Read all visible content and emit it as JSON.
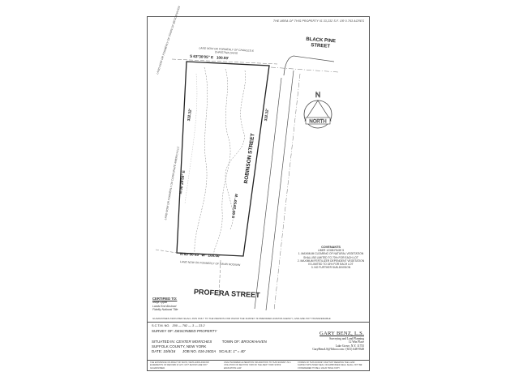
{
  "header": {
    "area_note": "THE AREA OF THIS PROPERTY IS 33,232 S.F. OR 0.763 ACRES"
  },
  "streets": {
    "black_pine_line1": "BLACK PINE",
    "black_pine_line2": "STREET",
    "robinson": "ROBINSON STREET",
    "profera": "PROFERA STREET"
  },
  "north_arrow": {
    "letter": "N",
    "label": "NORTH"
  },
  "adjoiners": {
    "north": "LAND NOW OR FORMERLY OF CHARLES & CHRISTINA DAVIS",
    "northwest": "LAND NOW OR FORMERLY OF TOWN OF BROOKHAVEN",
    "west": "LAND NOW OR FORMERLY OF CORPORATE AMERICA LLC",
    "south": "LAND NOW OR FORMERLY OF DAWN NOONAN"
  },
  "bearings": {
    "north_line": "S 63°30'05\" E",
    "north_distance": "100.00'",
    "west_line": "N 06°29'50\" E",
    "west_distance": "332.32'",
    "east_line": "S 06°29'50\" W",
    "east_distance": "332.32'",
    "south_line": "N 63°30'05\" W",
    "south_distance": "100.00'"
  },
  "covenants": {
    "title": "COVENANTS",
    "liber": "LIBER 12308 PAGE 5",
    "line1": "1. MAXIMUM CLEARING OF NATURAL VEGETATION",
    "line1b": "SHALL BE LIMITED TO 70% FOR EACH LOT",
    "line2": "2. MAXIMUM FERTILIZER DEPENDENT VEGETATION",
    "line2b": "IS LIMITED TO 15% FOR EACH LOT",
    "line3": "3. NO FURTHER SUB-DIVISION"
  },
  "certified": {
    "title": "CERTIFIED TO:",
    "items": [
      "Marjit Uppal",
      "Lands End Abstract",
      "Fidelity National Title"
    ]
  },
  "guarantee": "GUARANTEES INDICATED SHALL RUN ONLY TO THE PERSON FOR WHOM THE SURVEY IS PREPARED AND/OR AGENCY, AND ARE NOT TRANSFERABLE.",
  "title_block": {
    "sctm_label": "S.C.T.M. NO.",
    "sctm_value": "200  —  792  —  3  —  23.2",
    "survey_of_label": "SURVEY OF:",
    "survey_of_value": "DESCRIBED PROPERTY",
    "situated_label": "SITUATED IN:",
    "situated_value": "CENTER MORICHES",
    "town_label": "TOWN OF:",
    "town_value": "BROOKHAVEN",
    "county": "SUFFOLK COUNTY, NEW YORK",
    "date_label": "DATE:",
    "date_value": "10/6/16",
    "job_label": "JOB NO.",
    "job_value": "016-2402A",
    "scale_label": "SCALE:",
    "scale_value": "1\" = 40'"
  },
  "surveyor": {
    "name": "GARY BENZ, L.S.",
    "line1": "Surveying and Land Planning",
    "line2": "12 Win Place",
    "line3": "Lake Grove, N.Y. 11755",
    "line4": "GaryBenzLS@Yahoo.com / (631) 648-9348"
  },
  "footer": {
    "col1": "THE EXISTENCE OF RIGHT OF WAYS, WETLANDS AND/OR EASEMENTS OF RECORD IF ANY, NOT SHOWN ARE NOT GUARANTEED.",
    "col2": "UNAUTHORIZED ALTERATION OR ADDITION TO THIS SURVEY IS A VIOLATION OF SECTION 7209 OF THE NEW YORK STATE EDUCATION LAW.",
    "col3": "COPIES OF THIS SURVEY MAP NOT BEARING THE LAND SURVEYOR'S INKED SEAL OR EMBOSSED SEAL SHALL NOT BE CONSIDERED TO BE A VALID TRUE COPY."
  }
}
